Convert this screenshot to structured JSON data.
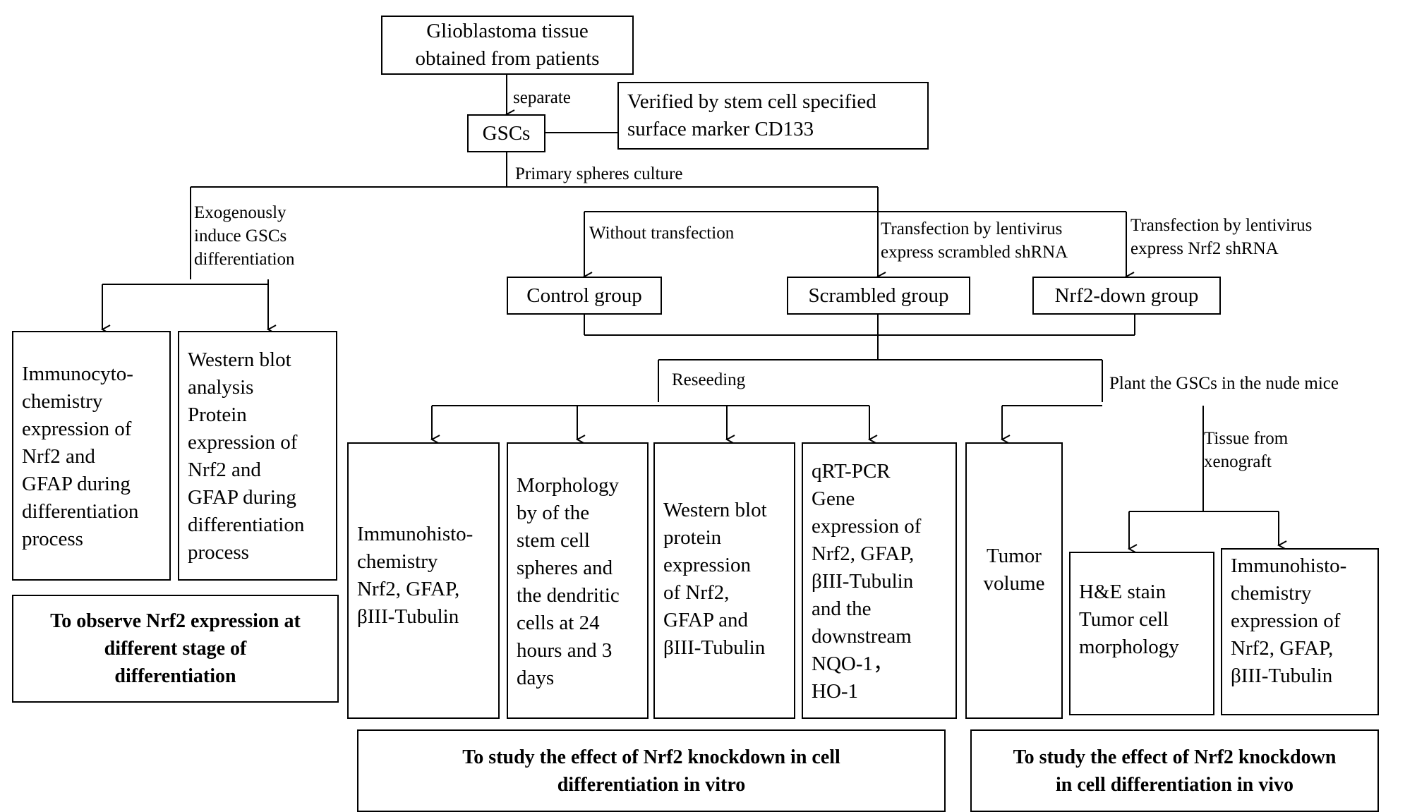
{
  "nodes": {
    "tissue": "Glioblastoma tissue\nobtained from patients",
    "gscs": "GSCs",
    "verified": "Verified by stem cell specified\nsurface marker CD133",
    "control": "Control group",
    "scrambled": "Scrambled  group",
    "nrf2down": "Nrf2-down group",
    "icc": "Immunocyto-\nchemistry\nexpression of\nNrf2 and\nGFAP during\ndifferentiation\nprocess",
    "wb1": "Western blot\nanalysis\nProtein\nexpression of\nNrf2 and\nGFAP during\ndifferentiation\nprocess",
    "goal1": "To observe Nrf2 expression at\ndifferent stage of\ndifferentiation",
    "ihc1": "Immunohisto-\nchemistry\nNrf2, GFAP,\nβIII-Tubulin",
    "morph": "Morphology\nby of the\nstem cell\nspheres and\nthe dendritic\ncells at 24\nhours and 3\ndays",
    "wb2": "Western blot\nprotein\nexpression\nof Nrf2,\nGFAP and\nβIII-Tubulin",
    "qrt": "qRT-PCR\nGene\nexpression of\nNrf2, GFAP,\nβIII-Tubulin\nand the\ndownstream\nNQO-1，\nHO-1",
    "tumor": "Tumor\nvolume",
    "he": "H&E stain\nTumor cell\nmorphology",
    "ihc2": "Immunohisto-\nchemistry\nexpression of\nNrf2, GFAP,\nβIII-Tubulin",
    "goal2": "To study the effect of Nrf2 knockdown in cell\ndifferentiation  in vitro",
    "goal3": "To study the effect of Nrf2 knockdown\nin cell differentiation  in vivo"
  },
  "labels": {
    "separate": "separate",
    "primary": "Primary spheres culture",
    "exogenous": "Exogenously\ninduce GSCs\ndifferentiation",
    "without": "Without transfection",
    "trans_scr": "Transfection by lentivirus\nexpress scrambled shRNA",
    "trans_nrf2": "Transfection by lentivirus\nexpress Nrf2 shRNA",
    "reseeding": "Reseeding",
    "plant": "Plant the GSCs in the nude mice",
    "xeno": "Tissue from\nxenograft"
  }
}
